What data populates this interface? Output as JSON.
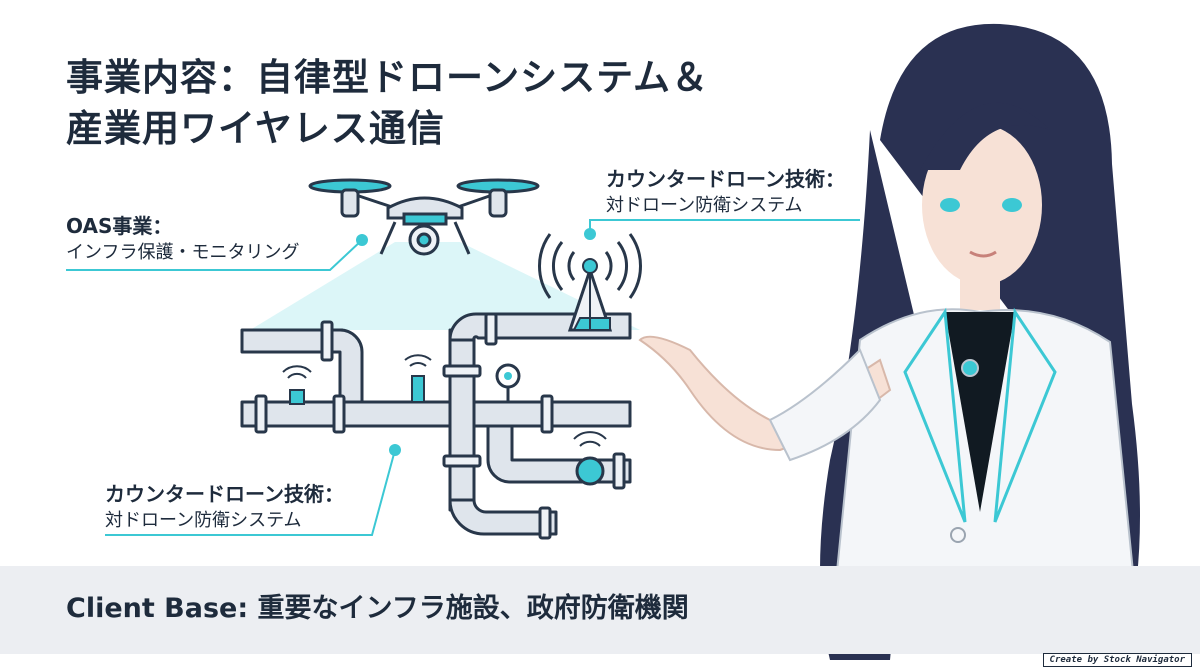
{
  "title": {
    "line1": "事業内容：自律型ドローンシステム＆",
    "line2": "産業用ワイヤレス通信"
  },
  "labels": {
    "oas": {
      "heading": "OAS事業：",
      "sub": "インフラ保護・モニタリング"
    },
    "counter_top": {
      "heading": "カウンタードローン技術：",
      "sub": "対ドローン防衛システム"
    },
    "counter_bottom": {
      "heading": "カウンタードローン技術：",
      "sub": "対ドローン防衛システム"
    }
  },
  "footer": {
    "text": "Client Base: 重要なインフラ施設、政府防衛機関"
  },
  "credit": "Create by Stock Navigator",
  "colors": {
    "accent": "#3cc8d4",
    "text": "#1e2b3c",
    "pipe": "#dde3ea",
    "footer_bg": "#eceef2"
  }
}
